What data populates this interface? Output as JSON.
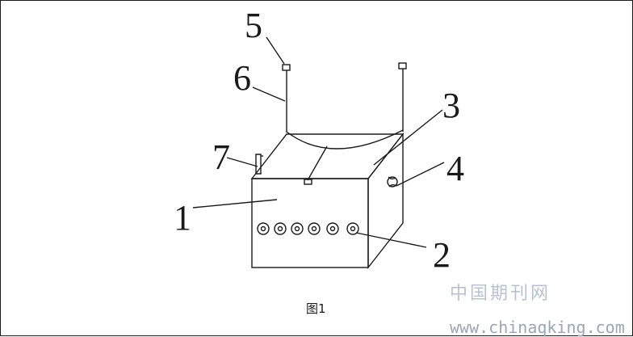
{
  "figure": {
    "caption": "图1",
    "labels": {
      "part_1": "1",
      "part_2": "2",
      "part_3": "3",
      "part_4": "4",
      "part_5": "5",
      "part_6": "6",
      "part_7": "7"
    }
  },
  "watermark": {
    "name": "中国期刊网",
    "url": "www.chinaqking.com"
  }
}
